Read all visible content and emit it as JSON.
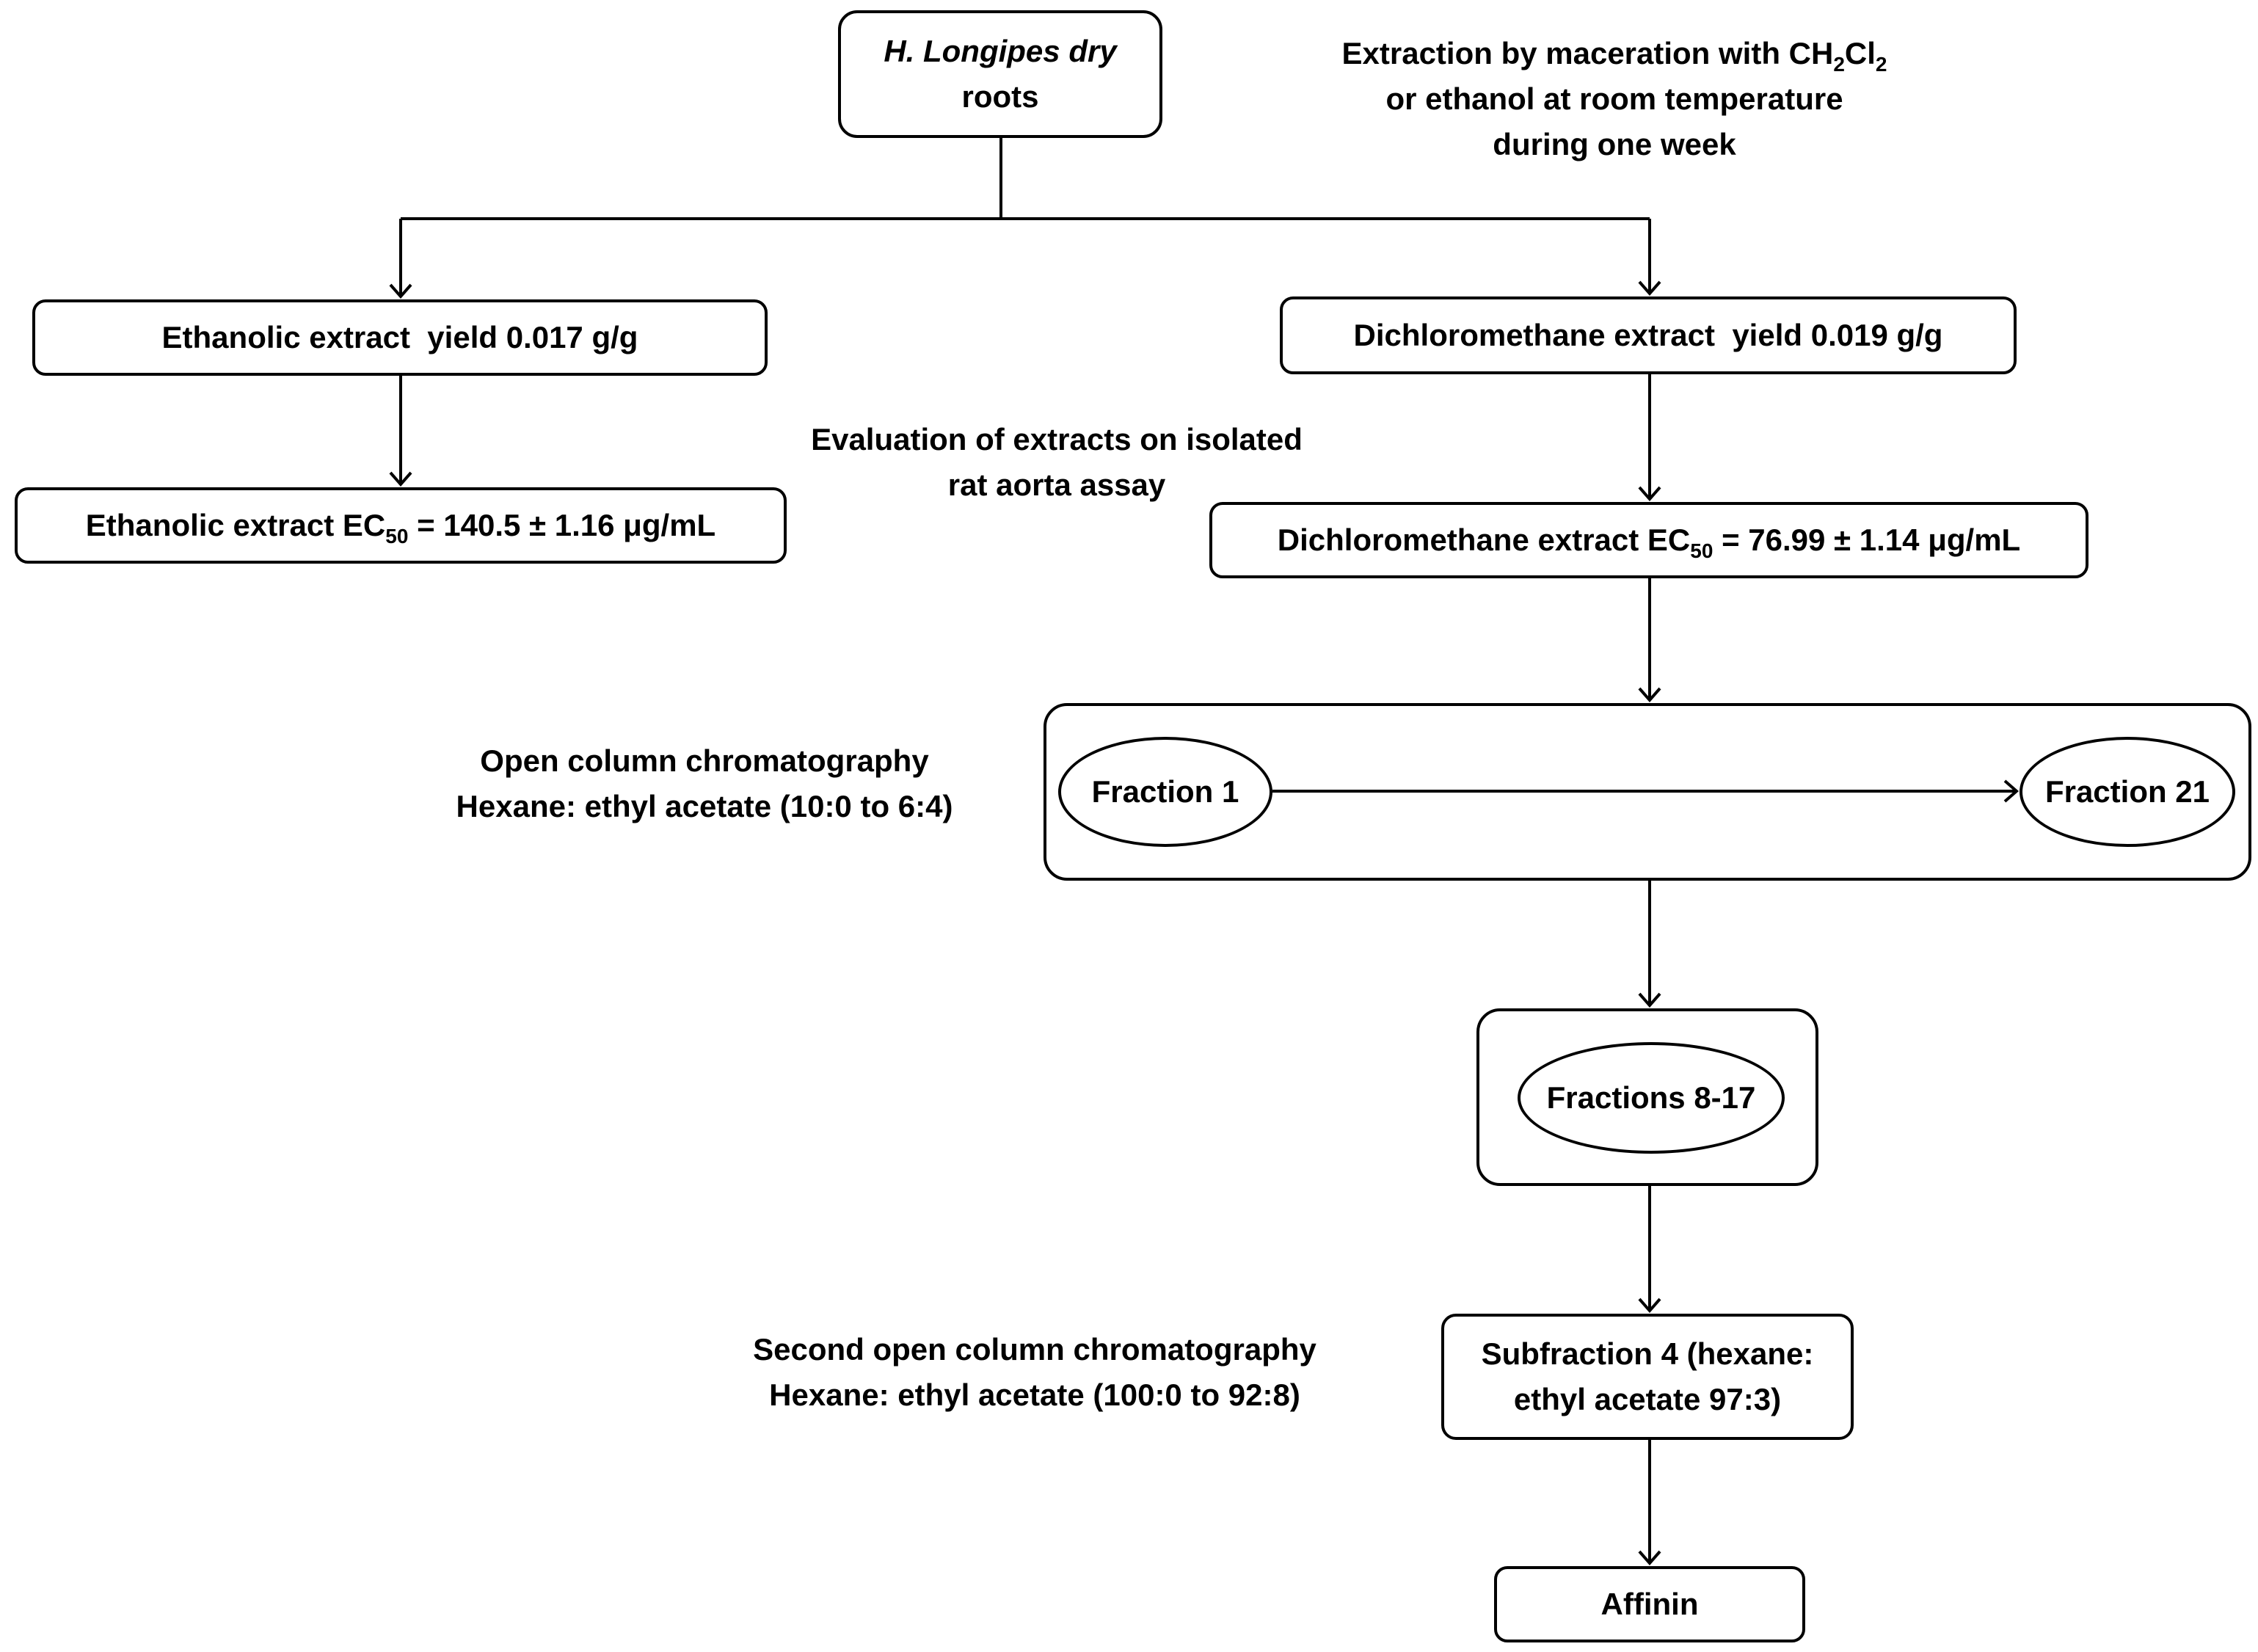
{
  "nodes": {
    "roots": {
      "line1_italic": "H. Longipes dry",
      "line2": "roots"
    },
    "ethanolic_yield": {
      "text": "Ethanolic extract  yield 0.017 g/g"
    },
    "dcm_yield": {
      "text": "Dichloromethane extract  yield 0.019 g/g"
    },
    "ethanolic_ec50": {
      "prefix": "Ethanolic extract EC",
      "sub": "50",
      "suffix": " = 140.5 ± 1.16 μg/mL"
    },
    "dcm_ec50": {
      "prefix": "Dichloromethane extract EC",
      "sub": "50",
      "suffix": " = 76.99 ± 1.14 μg/mL"
    },
    "fraction_1": {
      "text": "Fraction 1"
    },
    "fraction_21": {
      "text": "Fraction 21"
    },
    "fractions_8_17": {
      "text": "Fractions 8-17"
    },
    "subfraction_4": {
      "line1": "Subfraction 4 (hexane:",
      "line2": "ethyl acetate 97:3)"
    },
    "affinin": {
      "text": "Affinin"
    }
  },
  "labels": {
    "extraction": {
      "line1_prefix": "Extraction by maceration with CH",
      "line1_sub1": "2",
      "line1_mid": "Cl",
      "line1_sub2": "2",
      "line2": "or ethanol at room temperature",
      "line3": "during one week"
    },
    "evaluation": {
      "line1": "Evaluation of extracts on isolated",
      "line2": "rat aorta assay"
    },
    "open_column": {
      "line1": "Open column chromatography",
      "line2": "Hexane: ethyl acetate (10:0 to 6:4)"
    },
    "second_column": {
      "line1": "Second open column chromatography",
      "line2": "Hexane: ethyl acetate (100:0 to 92:8)"
    }
  }
}
